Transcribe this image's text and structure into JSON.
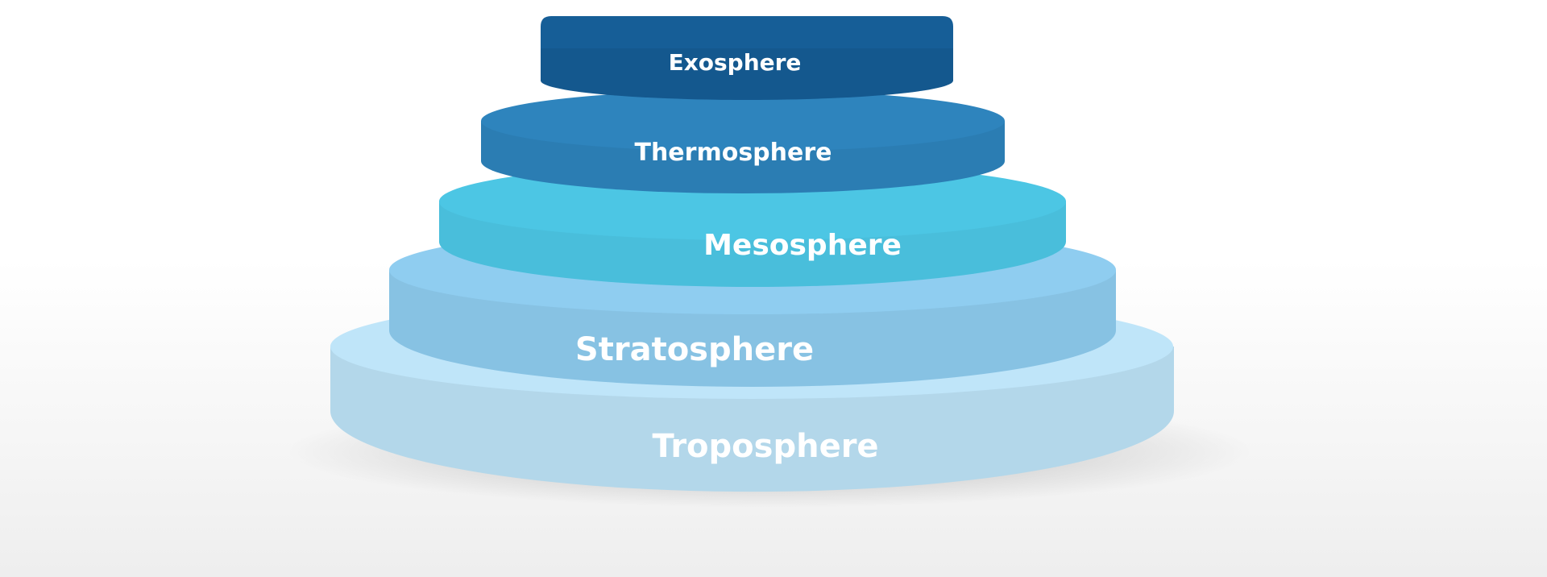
{
  "diagram": {
    "layers": [
      {
        "name": "Troposphere",
        "color": "#bfe5f9"
      },
      {
        "name": "Stratosphere",
        "color": "#8fcdf0"
      },
      {
        "name": "Mesosphere",
        "color": "#4cc6e4"
      },
      {
        "name": "Thermosphere",
        "color": "#2e84bd"
      },
      {
        "name": "Exosphere",
        "color": "#165e97"
      }
    ]
  }
}
